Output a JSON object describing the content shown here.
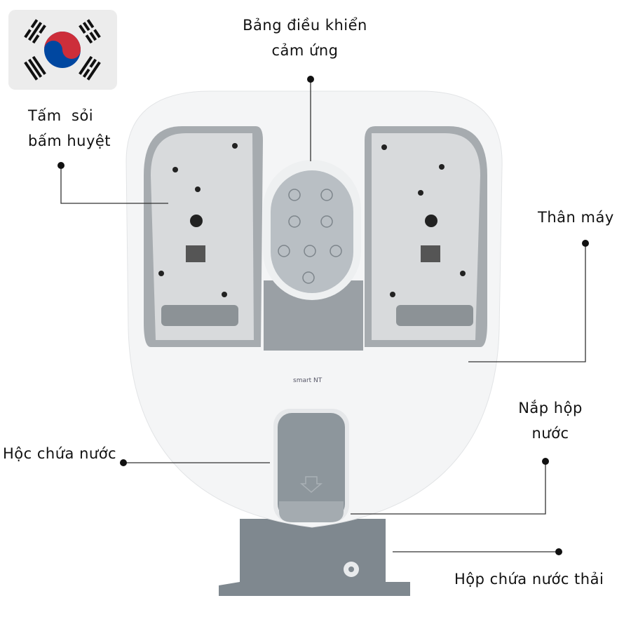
{
  "labels": {
    "control_panel": [
      "Bảng điều khiển",
      "cảm ứng"
    ],
    "acupressure_plate": [
      "Tấm  sỏi",
      "bấm huyệt"
    ],
    "body": "Thân máy",
    "tank_lid": [
      "Nắp hộp",
      "nước"
    ],
    "water_compartment": "Hộc chứa nước",
    "waste_tank": "Hộp chứa nước thải"
  },
  "flag": {
    "icon": "south-korea-flag-icon",
    "colors": {
      "red": "#cd2e3a",
      "blue": "#0047a0"
    }
  },
  "product": {
    "logo_text": "smart NT"
  },
  "colors": {
    "body": "#f4f5f6",
    "cavity": "#8d9296",
    "tank": "#7f888f",
    "panel": "#b9bfc4",
    "line": "#333333"
  }
}
